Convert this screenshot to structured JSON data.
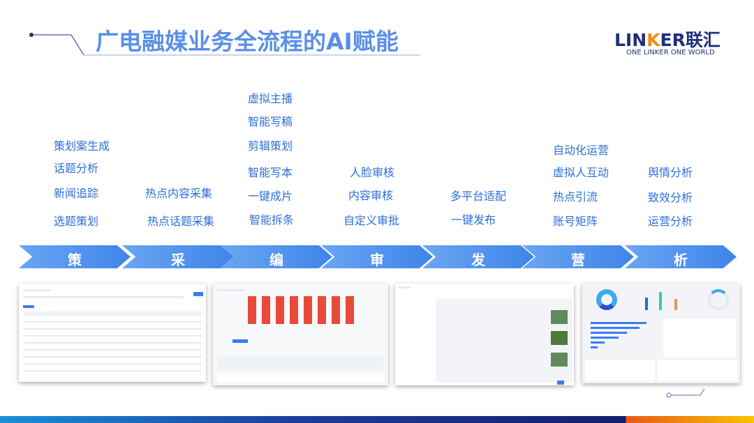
{
  "title": "广电融媒业务全流程的AI赋能",
  "logo": {
    "text_a": "LIN",
    "text_k": "K",
    "text_b": "ER联汇",
    "slogan": "ONE LINKER  ONE WORLD"
  },
  "stages": [
    {
      "label": "策",
      "items": [
        "策划案生成",
        "话题分析",
        "新闻追踪",
        "选题策划"
      ]
    },
    {
      "label": "采",
      "items": [
        "热点内容采集",
        "热点话题采集"
      ]
    },
    {
      "label": "编",
      "items": [
        "虚拟主播",
        "智能写稿",
        "剪辑策划",
        "智能写本",
        "一键成片",
        "智能拆条"
      ]
    },
    {
      "label": "审",
      "items": [
        "人脸审核",
        "内容审核",
        "自定义审批"
      ]
    },
    {
      "label": "发",
      "items": [
        "多平台适配",
        "一键发布"
      ]
    },
    {
      "label": "营",
      "items": [
        "自动化运营",
        "虚拟人互动",
        "热点引流",
        "账号矩阵"
      ]
    },
    {
      "label": "析",
      "items": [
        "舆情分析",
        "致效分析",
        "运营分析"
      ]
    }
  ]
}
